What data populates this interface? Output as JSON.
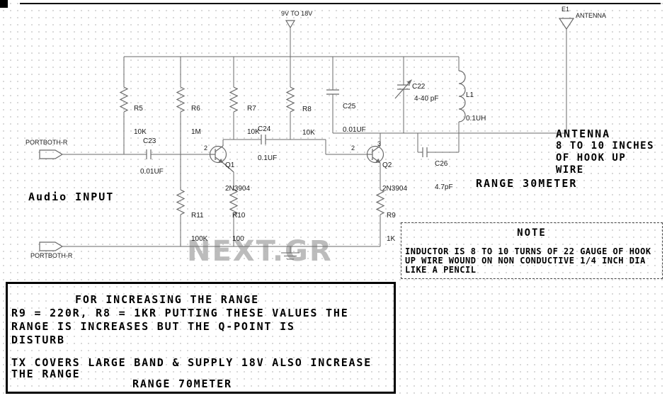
{
  "page": {
    "watermark": "NEXT.GR"
  },
  "supply": {
    "label": "9V TO 18V"
  },
  "antenna": {
    "ref": "E1",
    "label": "ANTENNA"
  },
  "ports": {
    "top": "PORTBOTH-R",
    "bottom": "PORTBOTH-R"
  },
  "audio_label": "Audio INPUT",
  "range_label": "RANGE 30METER",
  "components": {
    "r5": {
      "ref": "R5",
      "value": "10K"
    },
    "r6": {
      "ref": "R6",
      "value": "1M"
    },
    "r7": {
      "ref": "R7",
      "value": "10K"
    },
    "r8": {
      "ref": "R8",
      "value": "10K"
    },
    "r9": {
      "ref": "R9",
      "value": "1K"
    },
    "r10": {
      "ref": "R10",
      "value": "100"
    },
    "r11": {
      "ref": "R11",
      "value": "100K"
    },
    "c22": {
      "ref": "C22",
      "value": "4-40 pF"
    },
    "c23": {
      "ref": "C23",
      "value": "0.01UF"
    },
    "c24": {
      "ref": "C24",
      "value": "0.1UF"
    },
    "c25": {
      "ref": "C25",
      "value": "0.01UF"
    },
    "c26": {
      "ref": "C26",
      "value": "4.7pF"
    },
    "l1": {
      "ref": "L1",
      "value": "0.1UH"
    },
    "q1": {
      "ref": "Q1",
      "value": "2N3904"
    },
    "q2": {
      "ref": "Q2",
      "value": "2N3904"
    }
  },
  "pins": {
    "q1_base": "2",
    "q2_base": "2",
    "q2_collector": "3"
  },
  "antenna_note": {
    "lines": [
      "ANTENNA",
      "8 TO 10 INCHES",
      "OF HOOK UP",
      "WIRE"
    ]
  },
  "note_box": {
    "title": "NOTE",
    "lines": [
      "INDUCTOR IS 8 TO 10 TURNS OF 22 GAUGE OF HOOK",
      "UP WIRE WOUND ON NON CONDUCTIVE 1/4 INCH DIA",
      "LIKE A PENCIL"
    ]
  },
  "info_box": {
    "lines": [
      "FOR INCREASING THE RANGE",
      "R9 = 220R, R8 = 1KR PUTTING THESE VALUES THE",
      "RANGE IS INCREASES BUT THE Q-POINT IS",
      "DISTURB",
      "TX COVERS LARGE BAND & SUPPLY 18V ALSO INCREASE",
      "THE RANGE",
      "RANGE 70METER"
    ]
  }
}
